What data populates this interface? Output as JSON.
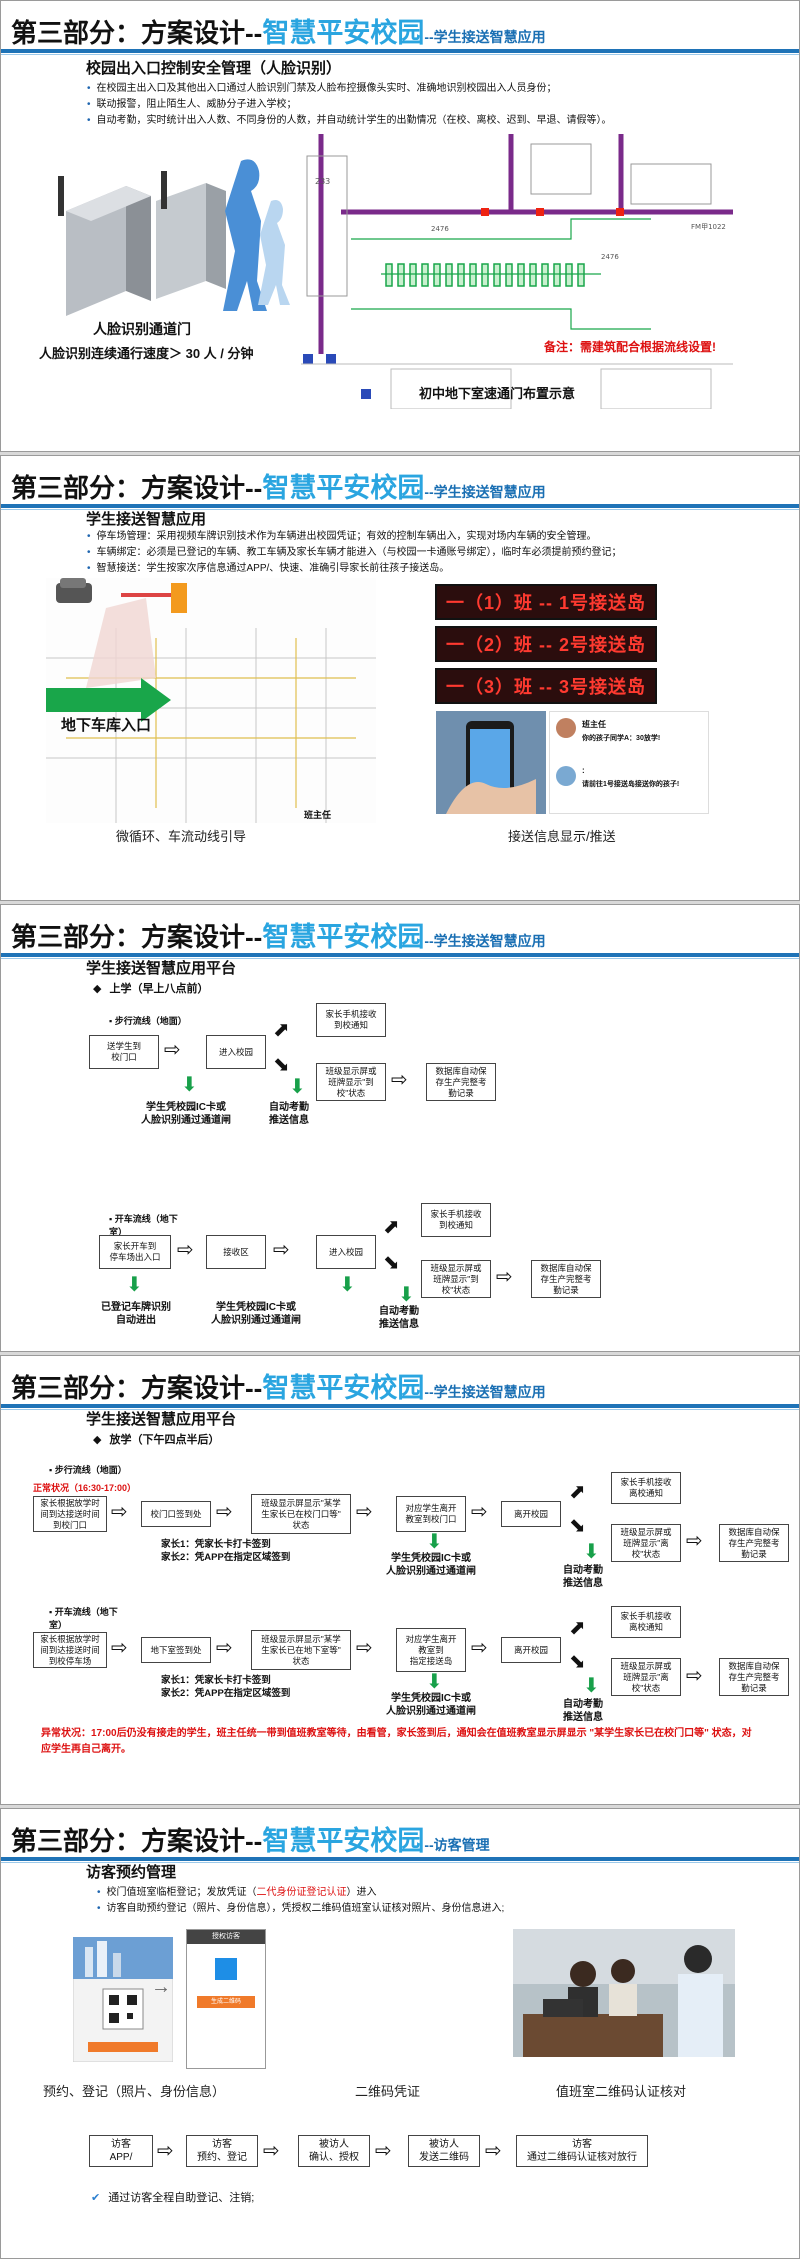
{
  "slide1": {
    "title_main": "第三部分：方案设计--",
    "title_accent": "智慧平安校园",
    "title_sub": "--学生接送智慧应用",
    "heading": "校园出入口控制安全管理（人脸识别）",
    "bullets": [
      "在校园主出入口及其他出入口通过人脸识别门禁及人脸布控摄像头实时、准确地识别校园出入人员身份；",
      "联动报警，阻止陌生人、威胁分子进入学校；",
      "自动考勤，实时统计出入人数、不同身份的人数，并自动统计学生的出勤情况（在校、离校、迟到、早退、请假等）。"
    ],
    "gate_caption": "人脸识别通道门",
    "speed_caption": "人脸识别连续通行速度＞ 30 人 / 分钟",
    "plan_note": "备注：需建筑配合根据流线设置!",
    "plan_caption": "初中地下室速通门布置示意",
    "plan_labels": [
      "233",
      "2476",
      "2476",
      "FM甲1022"
    ]
  },
  "slide2": {
    "title_main": "第三部分：方案设计--",
    "title_accent": "智慧平安校园",
    "title_sub": "--学生接送智慧应用",
    "heading": "学生接送智慧应用",
    "bullets": [
      "停车场管理：采用视频车牌识别技术作为车辆进出校园凭证；有效的控制车辆出入，实现对场内车辆的安全管理。",
      "车辆绑定：必须是已登记的车辆、教工车辆及家长车辆才能进入（与校园一卡通账号绑定），临时车必须提前预约登记；",
      "智慧接送：学生按家次序信息通过APP/、快速、准确引导家长前往孩子接送岛。"
    ],
    "garage_label": "地下车库入口",
    "left_caption": "微循环、车流动线引导",
    "led_lines": [
      "一（1）班 -- 1号接送岛",
      "一（2）班 -- 2号接送岛",
      "一（3）班 -- 3号接送岛"
    ],
    "chat_name": "班主任",
    "chat_name2": "班主任",
    "chat_msg1": "你的孩子同学A：30放学!",
    "chat_msg2": "请前往1号接送岛接送你的孩子!",
    "chat_sep": ":",
    "right_caption": "接送信息显示/推送"
  },
  "slide3": {
    "title_main": "第三部分：方案设计--",
    "title_accent": "智慧平安校园",
    "title_sub": "--学生接送智慧应用",
    "heading": "学生接送智慧应用平台",
    "section": "上学（早上八点前）",
    "walk_label": "步行流线（地面）",
    "walk_boxes": [
      "送学生到\n校门口",
      "进入校园",
      "家长手机接收\n到校通知",
      "班级显示屏或\n班牌显示\"到\n校\"状态",
      "数据库自动保\n存生产完整考\n勤记录"
    ],
    "walk_green1": "学生凭校园IC卡或\n人脸识别通过通道闸",
    "walk_green2": "自动考勤\n推送信息",
    "car_label": "开车流线（地下\n室）",
    "car_boxes": [
      "家长开车到\n停车场出入口",
      "接收区",
      "进入校园",
      "家长手机接收\n到校通知",
      "班级显示屏或\n班牌显示\"到\n校\"状态",
      "数据库自动保\n存生产完整考\n勤记录"
    ],
    "car_green1": "已登记车牌识别\n自动进出",
    "car_green2": "学生凭校园IC卡或\n人脸识别通过通道闸",
    "car_green3": "自动考勤\n推送信息"
  },
  "slide4": {
    "title_main": "第三部分：方案设计--",
    "title_accent": "智慧平安校园",
    "title_sub": "--学生接送智慧应用",
    "heading": "学生接送智慧应用平台",
    "section": "放学（下午四点半后）",
    "walk_label": "步行流线（地面）",
    "normal_label": "正常状况（16:30-17:00）",
    "walk_boxes": [
      "家长根据放学时\n间到达接送时间\n到校门口",
      "校门口签到处",
      "班级显示屏显示\"某学\n生家长已在校门口等\"\n状态",
      "对应学生离开\n教室到校门口",
      "离开校园",
      "家长手机接收\n离校通知",
      "班级显示屏或\n班牌显示\"离\n校\"状态",
      "数据库自动保\n存生产完整考\n勤记录"
    ],
    "walk_parent": "家长1：凭家长卡打卡签到\n家长2：凭APP在指定区域签到",
    "walk_green1": "学生凭校园IC卡或\n人脸识别通过通道闸",
    "walk_green2": "自动考勤\n推送信息",
    "car_label": "开车流线（地下\n室）",
    "car_boxes": [
      "家长根据放学时\n间到达接送时间\n到校停车场",
      "地下室签到处",
      "班级显示屏显示\"某学\n生家长已在地下室等\"\n状态",
      "对应学生离开\n教室到\n指定接送岛",
      "离开校园",
      "家长手机接收\n离校通知",
      "班级显示屏或\n班牌显示\"离\n校\"状态",
      "数据库自动保\n存生产完整考\n勤记录"
    ],
    "car_parent": "家长1：凭家长卡打卡签到\n家长2：凭APP在指定区域签到",
    "car_green1": "学生凭校园IC卡或\n人脸识别通过通道闸",
    "car_green2": "自动考勤\n推送信息",
    "abnormal": "异常状况：17:00后仍没有接走的学生，班主任统一带到值班教室等待，由看管，家长签到后，通知会在值班教室显示屏显示 \"某学生家长已在校门口等\" 状态，对应学生再自己离开。"
  },
  "slide5": {
    "title_main": "第三部分：方案设计--",
    "title_accent": "智慧平安校园",
    "title_sub": "--访客管理",
    "heading": "访客预约管理",
    "bullet1_a": "校门值班室临柜登记；发放凭证（",
    "bullet1_b": "二代身份证登记认证",
    "bullet1_c": "）进入",
    "bullet2": "访客自助预约登记（照片、身份信息），凭授权二维码值班室认证核对照片、身份信息进入;",
    "cap1": "预约、登记（照片、身份信息）",
    "cap2": "二维码凭证",
    "cap3": "值班室二维码认证核对",
    "flow": [
      "访客\nAPP/",
      "访客\n预约、登记",
      "被访人\n确认、授权",
      "被访人\n发送二维码",
      "访客\n通过二维码认证核对放行"
    ],
    "phone_header": "授权访客",
    "phone_btn": "生成二维码",
    "footer": "通过访客全程自助登记、注销;"
  }
}
